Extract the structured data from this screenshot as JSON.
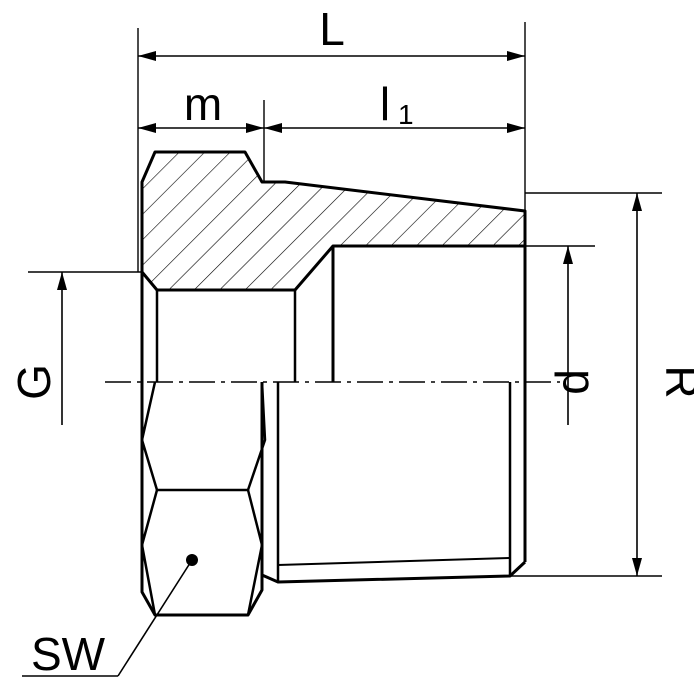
{
  "labels": {
    "L": "L",
    "m": "m",
    "l1_base": "l",
    "l1_sub": "1",
    "G": "G",
    "d": "d",
    "R": "R",
    "SW": "SW"
  },
  "colors": {
    "ink": "#000000",
    "background": "#ffffff"
  }
}
